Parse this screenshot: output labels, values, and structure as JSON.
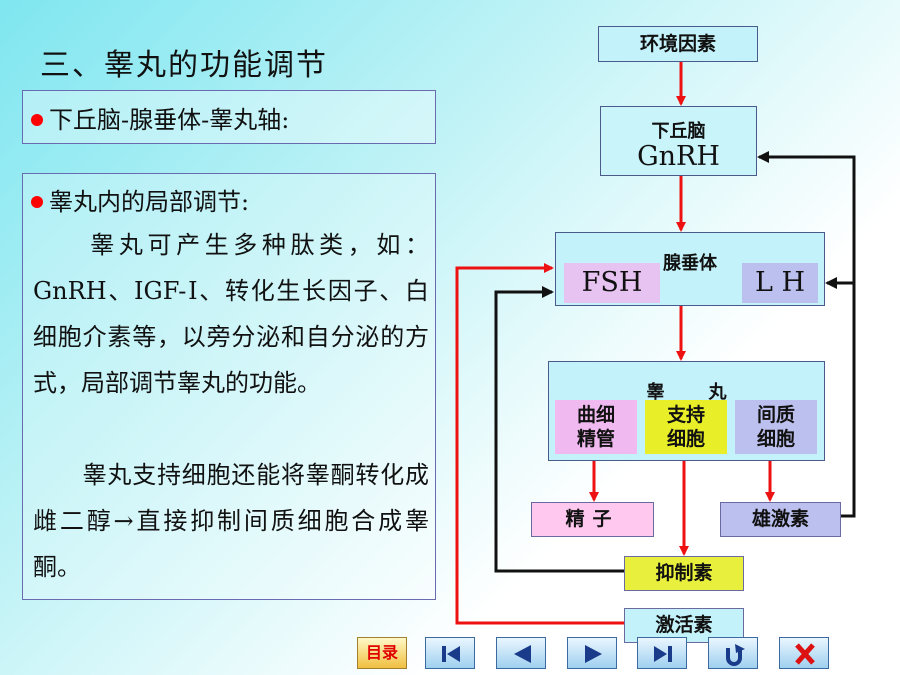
{
  "title": "三、睾丸的功能调节",
  "box1": {
    "text": "下丘脑-腺垂体-睾丸轴:"
  },
  "box2": {
    "heading": "睾丸内的局部调节:",
    "para1": "　　睾丸可产生多种肽类，如：GnRH、IGF-Ⅰ、转化生长因子、白细胞介素等，以旁分泌和自分泌的方式，局部调节睾丸的功能。",
    "para2": "　　睾丸支持细胞还能将睾酮转化成雌二醇→直接抑制间质细胞合成睾酮。"
  },
  "diagram": {
    "environment": "环境因素",
    "hypothalamus": {
      "label": "下丘脑",
      "hormone": "GnRH"
    },
    "pituitary": {
      "label": "腺垂体",
      "fsh": "FSH",
      "lh": "L H"
    },
    "testis": {
      "label": "睾丸",
      "cells": [
        {
          "line1": "曲细",
          "line2": "精管"
        },
        {
          "line1": "支持",
          "line2": "细胞"
        },
        {
          "line1": "间质",
          "line2": "细胞"
        }
      ]
    },
    "sperm": "精子",
    "androgen": "雄激素",
    "inhibin": "抑制素",
    "activin": "激活素"
  },
  "nav": {
    "menu": "目录",
    "icons": [
      "first-icon",
      "prev-icon",
      "next-icon",
      "last-icon",
      "return-icon",
      "close-icon"
    ]
  },
  "colors": {
    "red_arrow": "#ee1111",
    "black_arrow": "#111111",
    "bullet": "#ff0000"
  }
}
